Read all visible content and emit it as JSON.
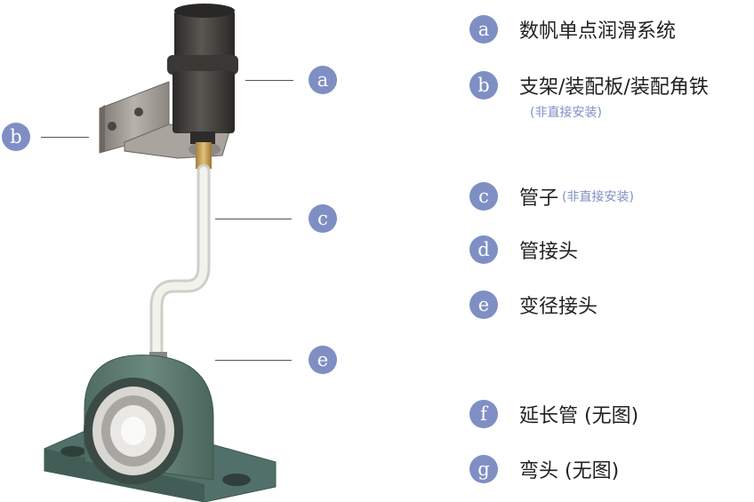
{
  "colors": {
    "accent": "#7f8fc4",
    "text": "#222222",
    "leader": "#555555",
    "bearing_housing": "#5f7d72",
    "tube": "#efefe9",
    "lubricator": "#3d3b38",
    "bracket": "#9a9590"
  },
  "callouts": [
    "a",
    "b",
    "c",
    "e"
  ],
  "legend": [
    {
      "letter": "a",
      "label": "数帆单点润滑系统",
      "note": ""
    },
    {
      "letter": "b",
      "label": "支架/装配板/装配角铁",
      "note": "(非直接安装)"
    },
    {
      "letter": "c",
      "label": "管子",
      "note": "(非直接安装)"
    },
    {
      "letter": "d",
      "label": "管接头",
      "note": ""
    },
    {
      "letter": "e",
      "label": "变径接头",
      "note": ""
    },
    {
      "letter": "f",
      "label": "延长管 (无图)",
      "note": ""
    },
    {
      "letter": "g",
      "label": "弯头 (无图)",
      "note": ""
    }
  ]
}
